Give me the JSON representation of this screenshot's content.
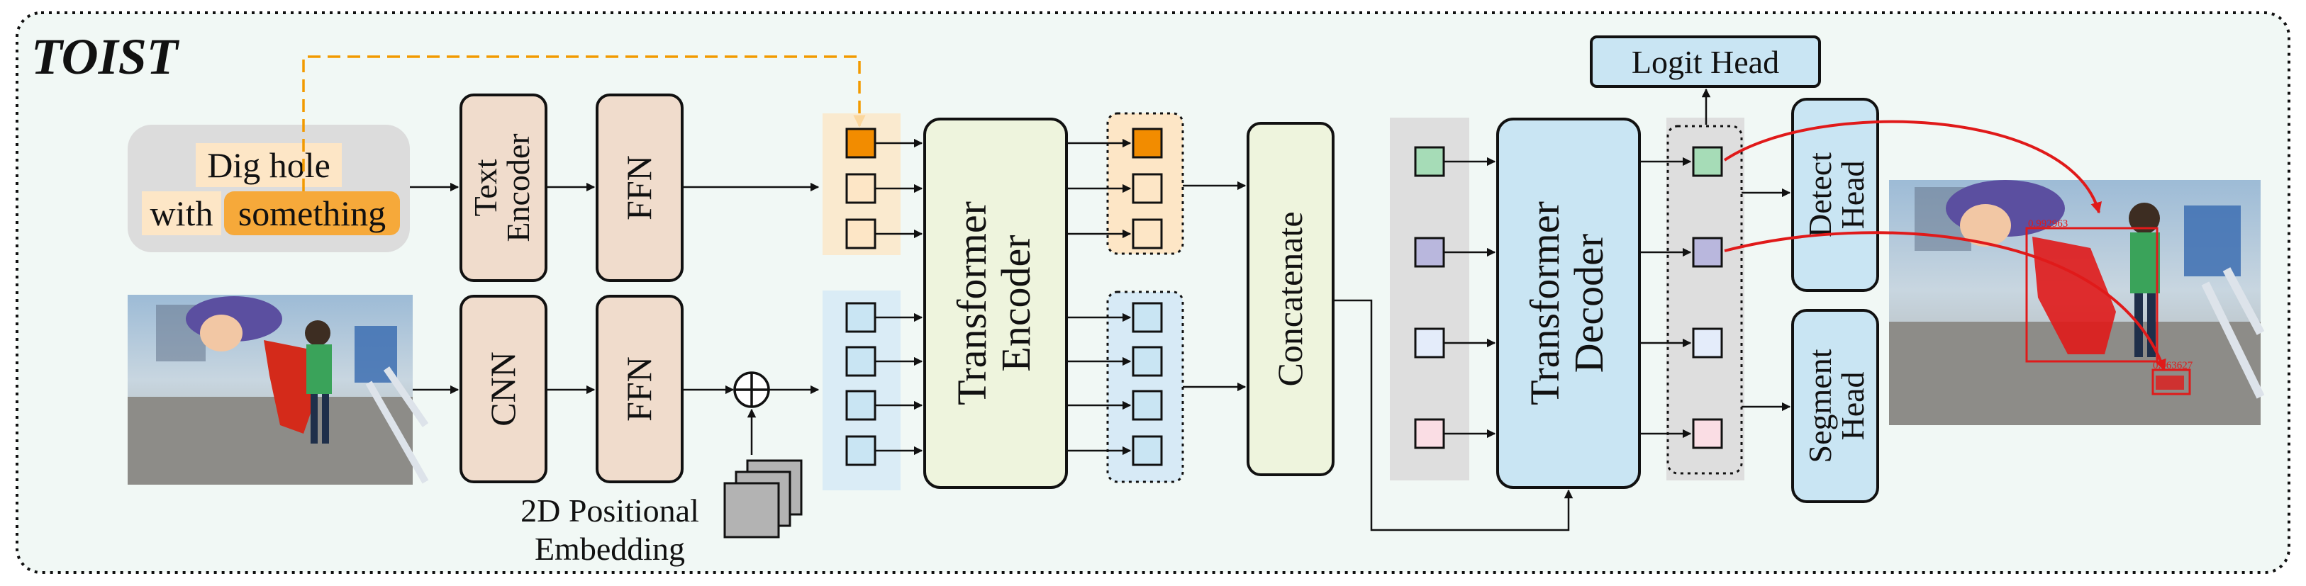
{
  "title": "TOIST",
  "query": {
    "line1": "Dig hole",
    "line2_prefix": "with",
    "line2_highlight": "something"
  },
  "modules": {
    "text_encoder": [
      "Text",
      "Encoder"
    ],
    "ffn_text": "FFN",
    "cnn": "CNN",
    "ffn_image": "FFN",
    "transformer_encoder": [
      "Transformer",
      "Encoder"
    ],
    "concatenate": "Concatenate",
    "transformer_decoder": [
      "Transformer",
      "Decoder"
    ],
    "logit_head": "Logit Head",
    "detect_head": [
      "Detect",
      "Head"
    ],
    "segment_head": [
      "Segment",
      "Head"
    ]
  },
  "positional_embedding": [
    "2D Positional",
    "Embedding"
  ],
  "output_scores": {
    "top": "0.992963",
    "bottom": "0.963627"
  },
  "colors": {
    "panel_bg": "#f1f8f5",
    "module_tan": "#f0dccc",
    "encoder_green": "#eef4dd",
    "decoder_blue": "#c9e5f3",
    "token_text": "#fde6c6",
    "token_text_active": "#f28c00",
    "token_image": "#c9e5f3",
    "query_green": "#a6dcb7",
    "query_purple": "#b9b7dd",
    "query_blue": "#e4ecfa",
    "query_pink": "#fadde4",
    "highlight_orange": "#f6a93a",
    "mask_red": "#e01a1a"
  }
}
